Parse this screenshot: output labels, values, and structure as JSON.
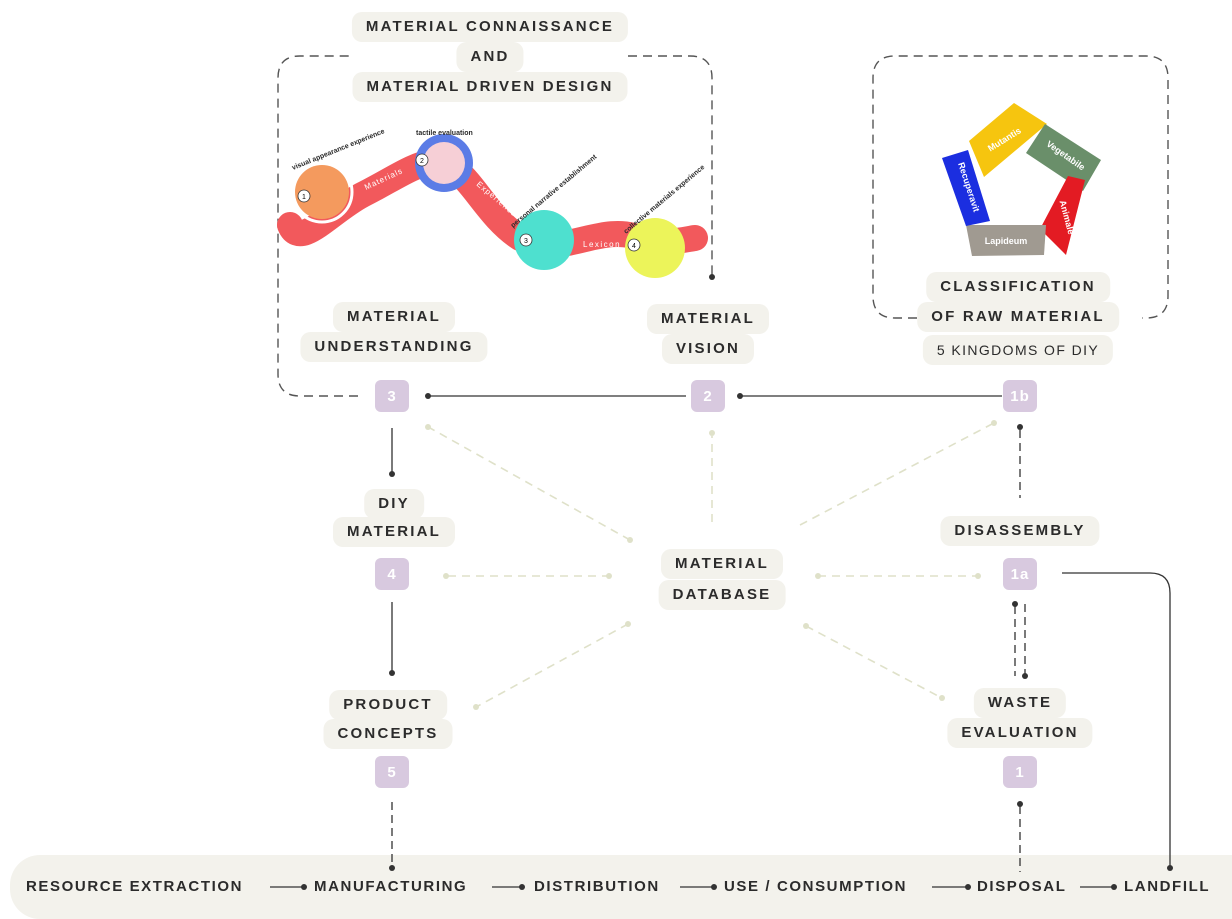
{
  "header": {
    "line1": "MATERIAL CONNAISSANCE",
    "line2": "AND",
    "line3": "MATERIAL DRIVEN DESIGN"
  },
  "mdd_curve": {
    "ribbon_labels": [
      "Materials",
      "Experience",
      "Lexicon"
    ],
    "circles": [
      {
        "num": "1",
        "caption": "visual appearance experience",
        "color": "#f49a5e"
      },
      {
        "num": "2",
        "caption": "tactile evaluation",
        "color": "#5b7ce6"
      },
      {
        "num": "3",
        "caption": "personal narrative establishment",
        "color": "#4ee0cf"
      },
      {
        "num": "4",
        "caption": "collective materials experience",
        "color": "#ecf45a"
      }
    ]
  },
  "kingdoms": {
    "items": [
      {
        "label": "Mutantis",
        "color": "#f6c50f"
      },
      {
        "label": "Vegetabile",
        "color": "#6a8f6a"
      },
      {
        "label": "Animale",
        "color": "#e31b23"
      },
      {
        "label": "Lapideum",
        "color": "#a09a91"
      },
      {
        "label": "Recuperavit",
        "color": "#1b2ee0"
      }
    ]
  },
  "labels": {
    "classification_1": "CLASSIFICATION",
    "classification_2": "OF RAW MATERIAL",
    "classification_sub": "5 KINGDOMS OF DIY",
    "understanding_1": "MATERIAL",
    "understanding_2": "UNDERSTANDING",
    "vision_1": "MATERIAL",
    "vision_2": "VISION",
    "diy_1": "DIY",
    "diy_2": "MATERIAL",
    "database_1": "MATERIAL",
    "database_2": "DATABASE",
    "disassembly": "DISASSEMBLY",
    "product_1": "PRODUCT",
    "product_2": "CONCEPTS",
    "waste_1": "WASTE",
    "waste_2": "EVALUATION"
  },
  "steps": {
    "s3": "3",
    "s2": "2",
    "s1b": "1b",
    "s4": "4",
    "s1a": "1a",
    "s5": "5",
    "s1": "1"
  },
  "flow": {
    "resource": "RESOURCE EXTRACTION",
    "manufacturing": "MANUFACTURING",
    "distribution": "DISTRIBUTION",
    "use": "USE / CONSUMPTION",
    "disposal": "DISPOSAL",
    "landfill": "LANDFILL"
  },
  "colors": {
    "ribbon": "#f2595c",
    "step_box": "#d8c9df",
    "label_bg": "#f3f2ec",
    "database_link": "#dfe1c9",
    "text": "#2b2b2b"
  }
}
